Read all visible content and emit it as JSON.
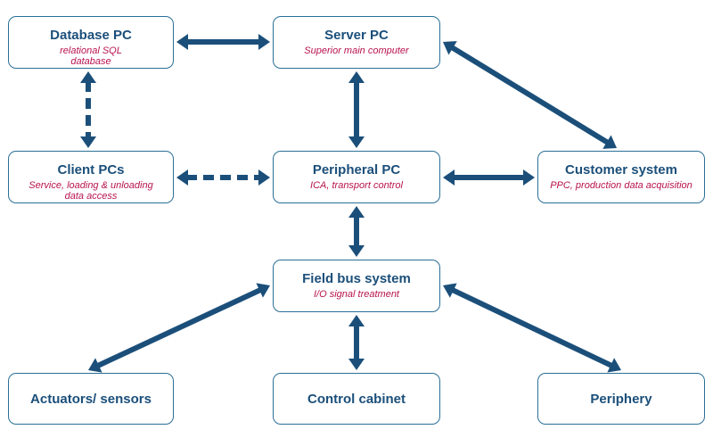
{
  "nodes": {
    "database": {
      "title": "Database PC",
      "subtitle_lines": [
        "relational SQL",
        "database"
      ]
    },
    "server": {
      "title": "Server PC",
      "subtitle_lines": [
        "Superior main computer"
      ]
    },
    "client": {
      "title": "Client PCs",
      "subtitle_lines": [
        "Service, loading & unloading",
        "data access"
      ]
    },
    "peripheral": {
      "title": "Peripheral PC",
      "subtitle_lines": [
        "ICA, transport control"
      ]
    },
    "customer": {
      "title": "Customer system",
      "subtitle_lines": [
        "PPC, production data acquisition"
      ]
    },
    "fieldbus": {
      "title": "Field bus system",
      "subtitle_lines": [
        "I/O signal treatment"
      ]
    },
    "actuators": {
      "title": "Actuators/ sensors",
      "subtitle_lines": []
    },
    "cabinet": {
      "title": "Control cabinet",
      "subtitle_lines": []
    },
    "periphery": {
      "title": "Periphery",
      "subtitle_lines": []
    }
  },
  "connections": [
    {
      "from": "database",
      "to": "server",
      "style": "solid"
    },
    {
      "from": "database",
      "to": "client",
      "style": "dashed"
    },
    {
      "from": "server",
      "to": "peripheral",
      "style": "solid"
    },
    {
      "from": "server",
      "to": "customer",
      "style": "solid"
    },
    {
      "from": "client",
      "to": "peripheral",
      "style": "dashed"
    },
    {
      "from": "peripheral",
      "to": "customer",
      "style": "solid"
    },
    {
      "from": "peripheral",
      "to": "fieldbus",
      "style": "solid"
    },
    {
      "from": "fieldbus",
      "to": "actuators",
      "style": "solid"
    },
    {
      "from": "fieldbus",
      "to": "cabinet",
      "style": "solid"
    },
    {
      "from": "fieldbus",
      "to": "periphery",
      "style": "solid"
    }
  ],
  "colors": {
    "arrow": "#1b4f7a",
    "box_border": "#2a6f97",
    "title": "#1b4f7a",
    "subtitle": "#b8134e"
  }
}
